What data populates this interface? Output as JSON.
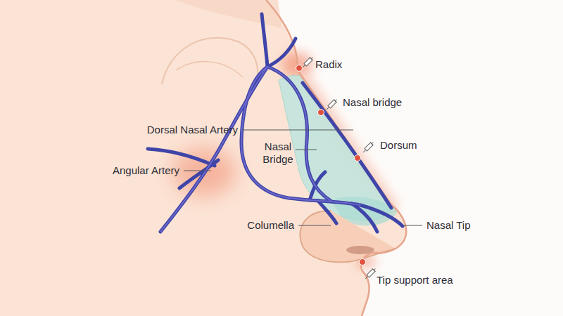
{
  "diagram": {
    "labels": [
      "Radix",
      "Nasal bridge",
      "Dorsal Nasal Artery",
      "Nasal Bridge",
      "Dorsum",
      "Angular Artery",
      "Columella",
      "Nasal Tip",
      "Tip support area"
    ]
  }
}
